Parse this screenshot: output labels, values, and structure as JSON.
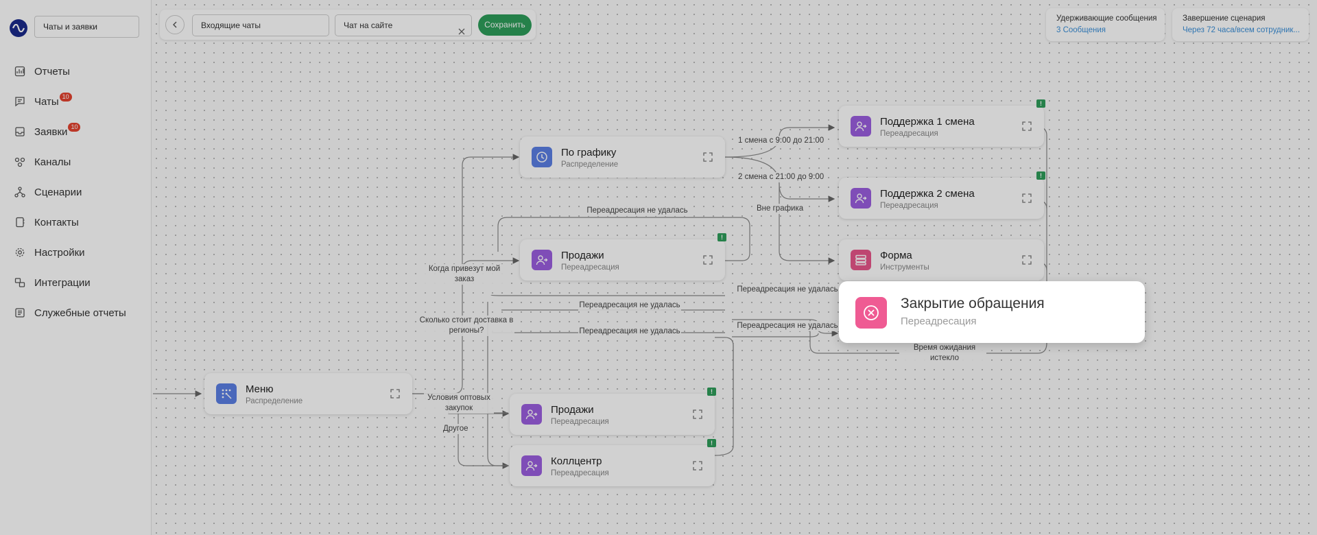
{
  "sidebar": {
    "workspace": "Чаты и заявки",
    "items": [
      {
        "label": "Отчеты",
        "icon": "chart-icon"
      },
      {
        "label": "Чаты",
        "icon": "chat-icon",
        "badge": "10"
      },
      {
        "label": "Заявки",
        "icon": "inbox-icon",
        "badge": "10"
      },
      {
        "label": "Каналы",
        "icon": "channels-icon"
      },
      {
        "label": "Сценарии",
        "icon": "scenario-icon"
      },
      {
        "label": "Контакты",
        "icon": "contacts-icon"
      },
      {
        "label": "Настройки",
        "icon": "gear-icon"
      },
      {
        "label": "Интеграции",
        "icon": "integrations-icon"
      },
      {
        "label": "Служебные отчеты",
        "icon": "report-icon"
      }
    ]
  },
  "toolbar": {
    "field1": "Входящие чаты",
    "field2": "Чат на сайте",
    "save_label": "Сохранить"
  },
  "info": {
    "hold_title": "Удерживающие сообщения",
    "hold_value": "3 Сообщения",
    "end_title": "Завершение сценария",
    "end_value": "Через 72 часа/всем сотрудник..."
  },
  "nodes": {
    "schedule": {
      "title": "По графику",
      "sub": "Распределение"
    },
    "sales1": {
      "title": "Продажи",
      "sub": "Переадресация"
    },
    "menu": {
      "title": "Меню",
      "sub": "Распределение"
    },
    "sales2": {
      "title": "Продажи",
      "sub": "Переадресация"
    },
    "callcenter": {
      "title": "Коллцентр",
      "sub": "Переадресация"
    },
    "support1": {
      "title": "Поддержка 1 смена",
      "sub": "Переадресация"
    },
    "support2": {
      "title": "Поддержка 2 смена",
      "sub": "Переадресация"
    },
    "form": {
      "title": "Форма",
      "sub": "Инструменты"
    },
    "close": {
      "title": "Закрытие обращения",
      "sub": "Переадресация"
    }
  },
  "edges": {
    "shift1": "1 смена с 9:00 до 21:00",
    "shift2": "2 смена с 21:00 до 9:00",
    "off_schedule": "Вне графика",
    "redirect_failed_top": "Переадресация не удалась",
    "order": "Когда привезут мой заказ",
    "delivery": "Сколько стоит доставка в регионы?",
    "redirect_failed_mid1": "Переадресация не удалась",
    "redirect_failed_mid2": "Переадресация не удалась",
    "redirect_failed_r1": "Переадресация не удалась",
    "redirect_failed_r2": "Переадресация не удалась",
    "wholesale": "Условия оптовых закупок",
    "other": "Другое",
    "timeout": "Время ожидания истекло"
  }
}
